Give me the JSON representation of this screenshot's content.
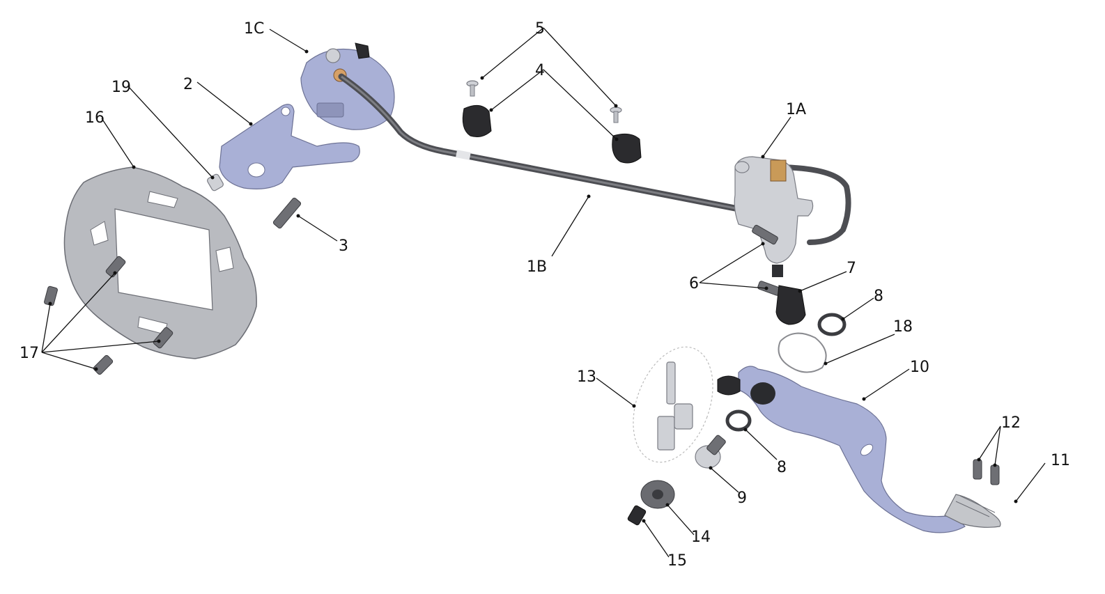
{
  "callouts": {
    "c1A": "1A",
    "c1B": "1B",
    "c1C": "1C",
    "c2": "2",
    "c3": "3",
    "c4": "4",
    "c5": "5",
    "c6": "6",
    "c7": "7",
    "c8a": "8",
    "c8b": "8",
    "c9": "9",
    "c10": "10",
    "c11": "11",
    "c12": "12",
    "c13": "13",
    "c14": "14",
    "c15": "15",
    "c16": "16",
    "c17": "17",
    "c18": "18",
    "c19": "19"
  },
  "colors": {
    "background": "#ffffff",
    "disc": "#b9bbc0",
    "bracket_blue": "#a9b0d6",
    "aluminium": "#cfd1d6",
    "rubber": "#2b2b2e",
    "hose": "#58595e"
  }
}
